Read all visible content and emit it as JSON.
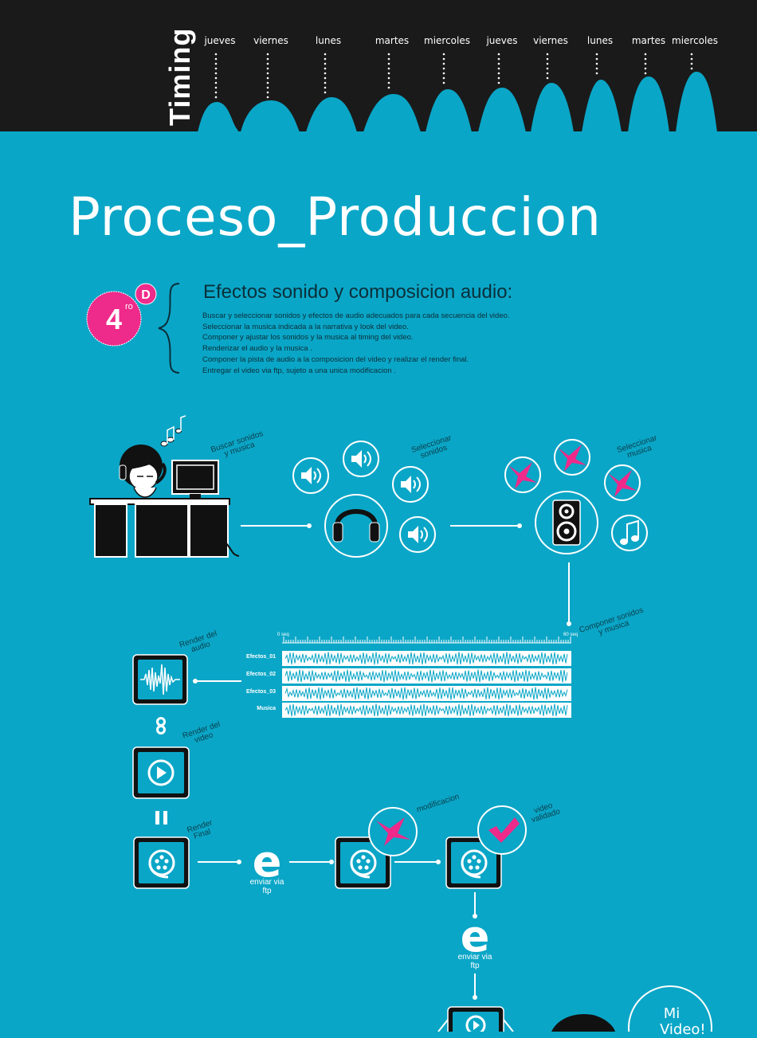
{
  "header": {
    "timing_label": "Timing",
    "days": [
      "jueves",
      "viernes",
      "lunes",
      "martes",
      "miercoles",
      "jueves",
      "viernes",
      "lunes",
      "martes",
      "miercoles"
    ]
  },
  "title": "Proceso_Produccion",
  "step": {
    "number": "4",
    "suffix": "ro",
    "badge_letter": "D",
    "title": "Efectos sonido y composicion audio:",
    "tasks": [
      "Buscar y seleccionar sonidos y efectos de audio adecuados para cada secuencia del video.",
      "Seleccionar la musica indicada a la narrativa y look del video.",
      "Componer y ajustar  los sonidos y la musica al timing del video.",
      "Renderizar el audio y la musica .",
      "Componer la pista de audio a la composicion del video y realizar el render final.",
      "Entregar el video via ftp, sujeto a una unica modificacion ."
    ]
  },
  "flow": {
    "buscar": "Buscar sonidos\ny musica",
    "sel_sonidos": "Seleccionar\nsonidos",
    "sel_musica": "Seleccionar\nmusica",
    "componer": "Componer sonidos\ny musica",
    "render_audio": "Render del\naudio",
    "render_video": "Render del\nvideo",
    "render_final": "Render\nFinal",
    "modificacion": "modificacion",
    "validado": "video\nvalidado",
    "enviar_1": "enviar via\nftp",
    "enviar_2": "enviar via\nftp",
    "mi_video": "Mi\nVideo!"
  },
  "timeline": {
    "start": "0 seq",
    "end": "60 seq",
    "tracks": [
      "Efectos_01",
      "Efectos_02",
      "Efectos_03",
      "Musica"
    ]
  },
  "colors": {
    "background": "#0aa6c7",
    "header": "#1a1a1a",
    "accent": "#ee2a8a",
    "dark_text": "#0a2f3a",
    "white": "#ffffff"
  },
  "icons": [
    "speaker-icon",
    "headphones-icon",
    "loudspeaker-icon",
    "music-note-icon",
    "waveform-icon",
    "play-icon",
    "film-reel-icon",
    "email-e-icon",
    "x-mark-icon",
    "check-mark-icon",
    "link-icon",
    "pause-icon"
  ]
}
